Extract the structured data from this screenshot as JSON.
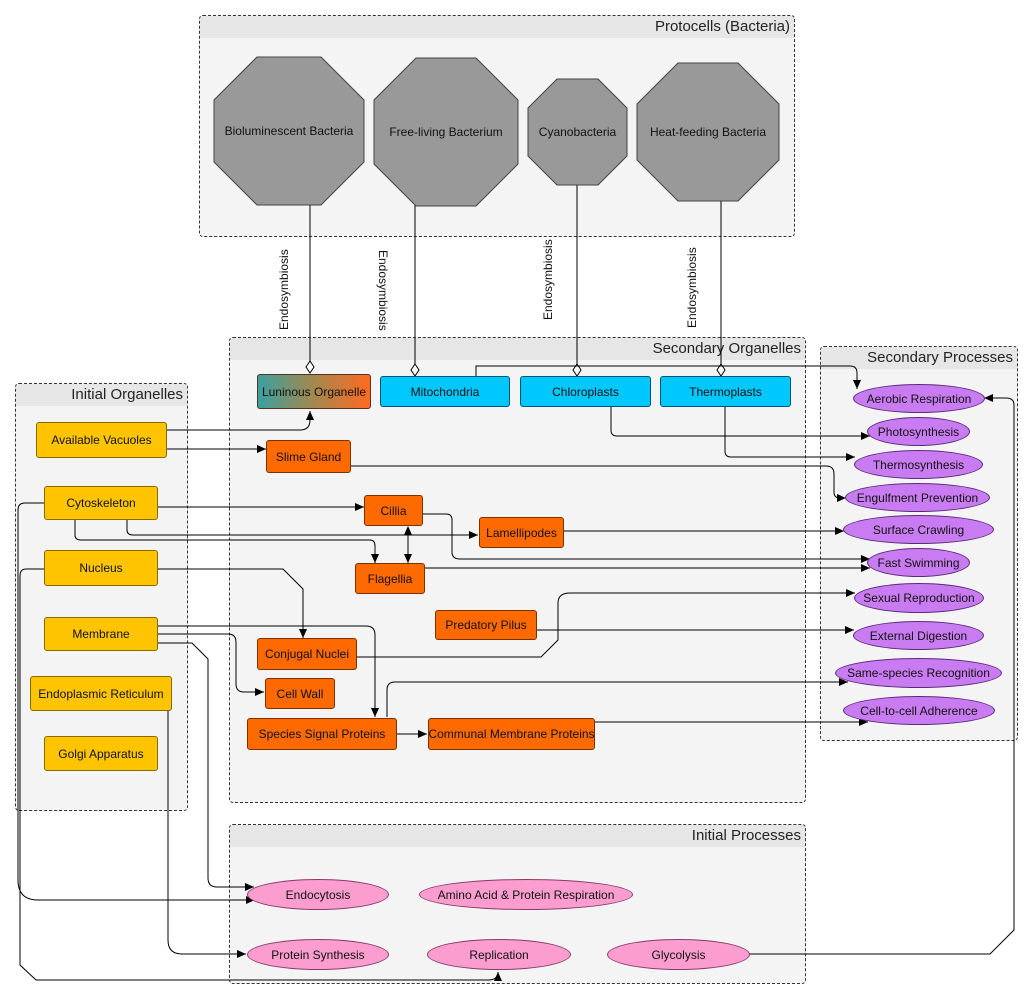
{
  "groups": {
    "protocells": "Protocells (Bacteria)",
    "secondary_organelles": "Secondary Organelles",
    "secondary_processes": "Secondary Processes",
    "initial_organelles": "Initial Organelles",
    "initial_processes": "Initial Processes"
  },
  "bacteria": {
    "bioluminescent": "Bioluminescent Bacteria",
    "free_living": "Free-living Bacterium",
    "cyanobacteria": "Cyanobacteria",
    "heat_feeding": "Heat-feeding Bacteria"
  },
  "edge_labels": {
    "e1": "Endosymbiosis",
    "e2": "Endosymbiosis",
    "e3": "Endosymbiosis",
    "e4": "Endosymbiosis"
  },
  "initial_organelles": {
    "vacuoles": "Available Vacuoles",
    "cytoskeleton": "Cytoskeleton",
    "nucleus": "Nucleus",
    "membrane": "Membrane",
    "er": "Endoplasmic Reticulum",
    "golgi": "Golgi Apparatus"
  },
  "secondary_organelles": {
    "luminous": "Luninous Organelle",
    "mitochondria": "Mitochondria",
    "chloroplasts": "Chloroplasts",
    "thermoplasts": "Thermoplasts",
    "slime_gland": "Slime Gland",
    "cillia": "Cillia",
    "lamellipodes": "Lamellipodes",
    "flagellia": "Flagellia",
    "predatory_pilus": "Predatory Pilus",
    "conjugal_nuclei": "Conjugal Nuclei",
    "cell_wall": "Cell Wall",
    "species_signal": "Species Signal Proteins",
    "communal_membrane": "Communal Membrane Proteins"
  },
  "secondary_processes": {
    "aerobic": "Aerobic Respiration",
    "photosynthesis": "Photosynthesis",
    "thermosynthesis": "Thermosynthesis",
    "engulfment": "Engulfment Prevention",
    "surface_crawling": "Surface Crawling",
    "fast_swimming": "Fast Swimming",
    "sexual_reproduction": "Sexual Reproduction",
    "external_digestion": "External Digestion",
    "same_species": "Same-species Recognition",
    "cell_adherence": "Cell-to-cell Adherence"
  },
  "initial_processes": {
    "endocytosis": "Endocytosis",
    "amino_acid": "Amino Acid & Protein Respiration",
    "protein_synthesis": "Protein Synthesis",
    "replication": "Replication",
    "glycolysis": "Glycolysis"
  },
  "colors": {
    "initial_organelle": "#ffc400",
    "secondary_organelle": "#ff6a00",
    "bacteria_organelle": "#00c8ff",
    "secondary_process": "#c97cf2",
    "initial_process": "#fb9ecf",
    "bacteria": "#999999"
  }
}
